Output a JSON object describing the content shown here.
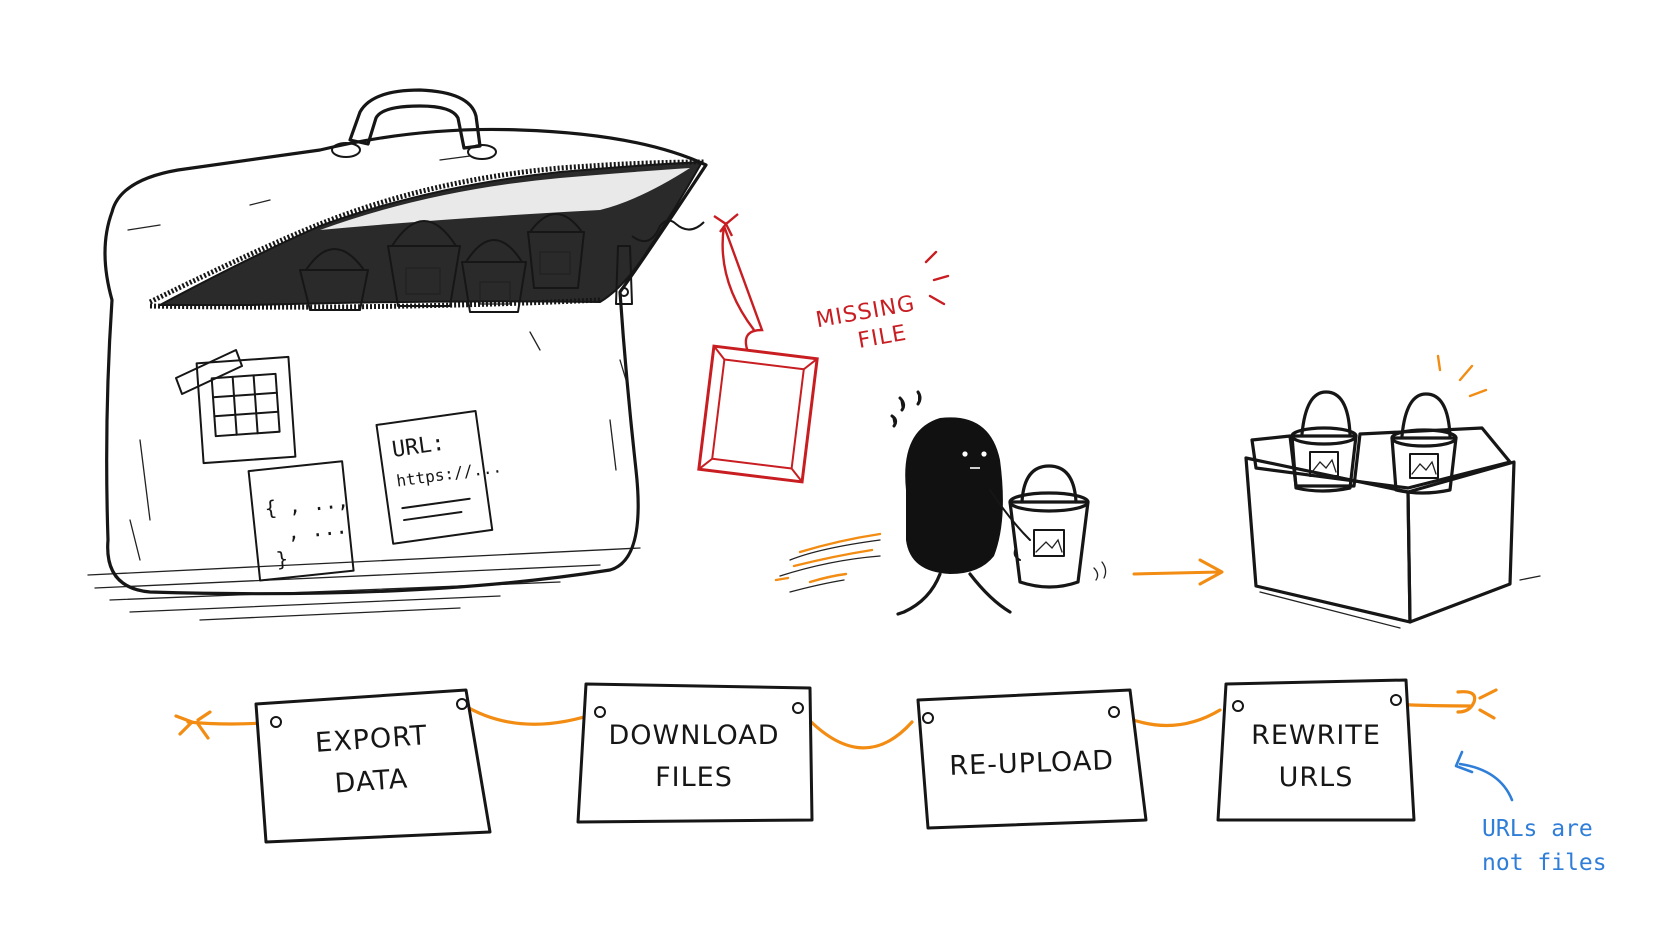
{
  "notes": {
    "code": [
      "{ , ..,",
      ", ...",
      "}"
    ],
    "url_label": "URL:",
    "url_value": "https://..."
  },
  "callouts": {
    "missing_line1": "MISSING",
    "missing_line2": "FILE",
    "urls_line1": "URLs are",
    "urls_line2": "not files"
  },
  "steps": [
    {
      "line1": "EXPORT",
      "line2": "DATA"
    },
    {
      "line1": "DOWNLOAD",
      "line2": "FILES"
    },
    {
      "line1": "RE-UPLOAD",
      "line2": ""
    },
    {
      "line1": "REWRITE",
      "line2": "URLS"
    }
  ],
  "colors": {
    "ink": "#161616",
    "string": "#f28c12",
    "missing": "#c81e22",
    "annotation": "#2f7ed8"
  }
}
